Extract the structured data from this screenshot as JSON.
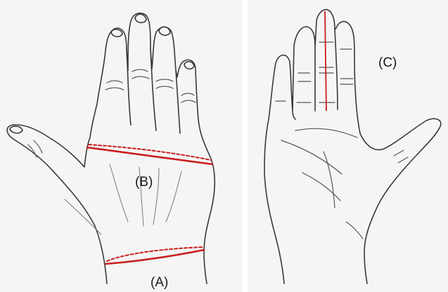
{
  "labels": {
    "a": "(A)",
    "b": "(B)",
    "c": "(C)"
  },
  "colors": {
    "measurement_line": "#c81e1e",
    "outline": "#3a3a3a",
    "background": "#f5f5f5"
  }
}
